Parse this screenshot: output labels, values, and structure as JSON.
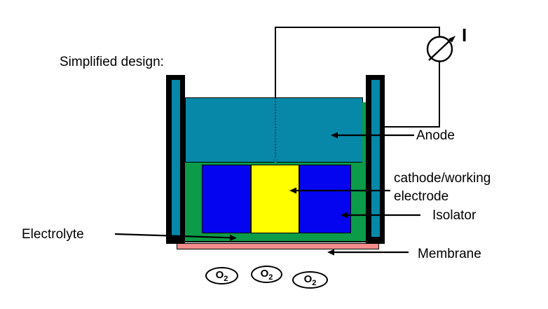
{
  "title": "Simplified design:",
  "meter": {
    "label": "I"
  },
  "labels": {
    "anode": "Anode",
    "cathode_line1": "cathode/working",
    "cathode_line2": "electrode",
    "isolator": "Isolator",
    "electrolyte": "Electrolyte",
    "membrane": "Membrane"
  },
  "bubbles": [
    {
      "main": "O",
      "sub": "2"
    },
    {
      "main": "O",
      "sub": "2"
    },
    {
      "main": "O",
      "sub": "2"
    }
  ],
  "colors": {
    "anode_teal": "#0888A8",
    "electrode_rod_core_teal": "#0888A8",
    "electrolyte_green": "#0C9B48",
    "isolator_blue": "#0404F0",
    "cathode_yellow": "#FFFF00",
    "membrane_pink": "#F48C8C",
    "wire_black": "#000000"
  }
}
